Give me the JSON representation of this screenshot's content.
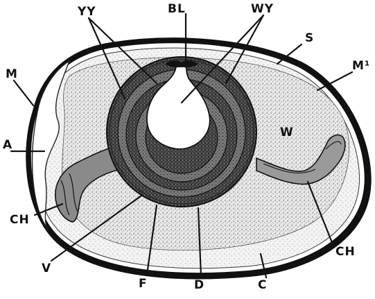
{
  "labels": {
    "yy": "YY",
    "bl": "BL",
    "wy": "WY",
    "s": "S",
    "m": "M",
    "m1": "M¹",
    "a": "A",
    "w": "W",
    "ch_left": "CH",
    "ch_right": "CH",
    "v": "V",
    "f": "F",
    "d": "D",
    "c": "C"
  },
  "colors": {
    "ink": "#111111",
    "albumen_dense": "#d6d6d6",
    "albumen_thin": "#ececec",
    "yolk_dark": "#3a3a3a",
    "yolk_light": "#8a8a8a",
    "white_yolk": "#ffffff"
  }
}
